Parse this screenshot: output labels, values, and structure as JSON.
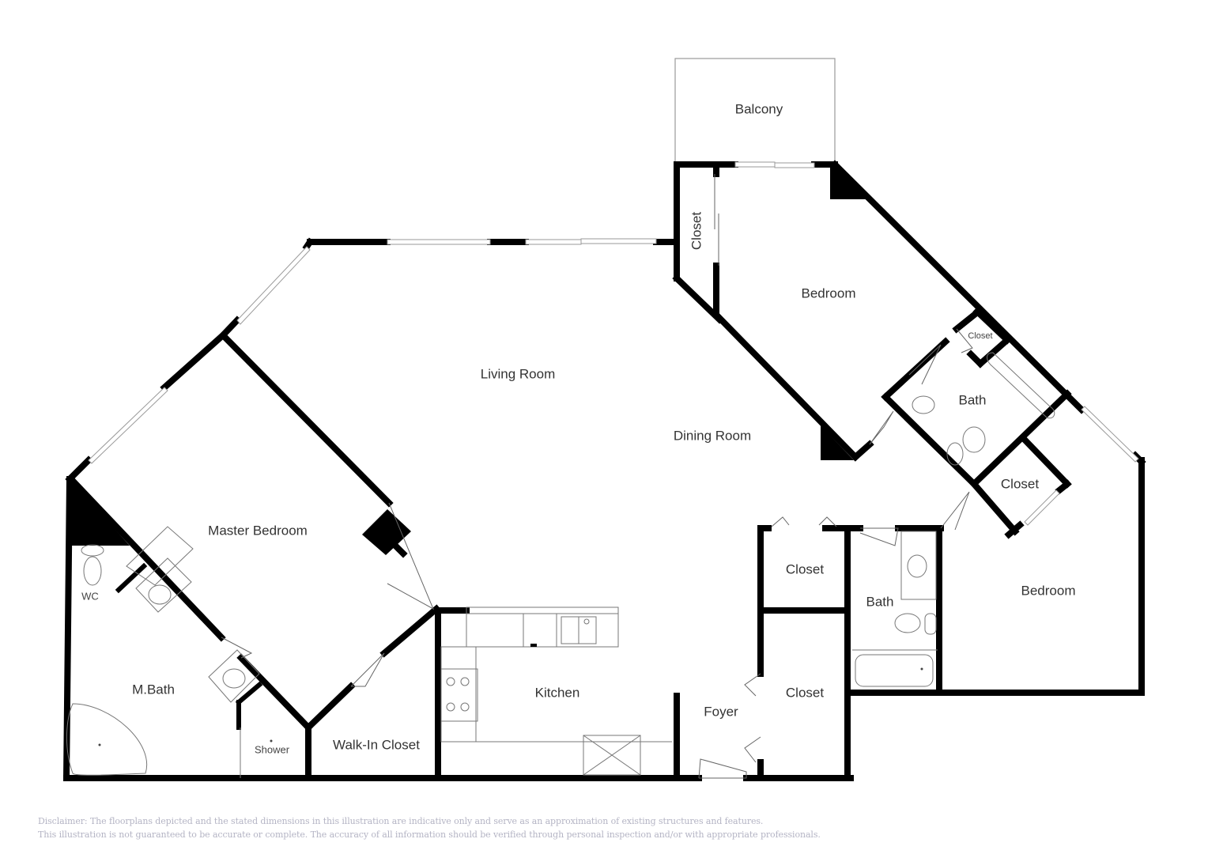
{
  "plan": {
    "rooms": {
      "balcony": "Balcony",
      "closet_top": "Closet",
      "bedroom_upper": "Bedroom",
      "closet_small": "Closet",
      "bath_upper": "Bath",
      "living_room": "Living Room",
      "dining_room": "Dining Room",
      "closet_right_mid": "Closet",
      "master_bedroom": "Master Bedroom",
      "wc": "WC",
      "m_bath": "M.Bath",
      "shower": "Shower",
      "walk_in_closet": "Walk-In Closet",
      "kitchen": "Kitchen",
      "foyer": "Foyer",
      "closet_hall_upper": "Closet",
      "closet_hall_lower": "Closet",
      "bath_lower": "Bath",
      "bedroom_lower": "Bedroom"
    },
    "colors": {
      "wall": "#000000",
      "window": "#9a9a9a",
      "fixture": "#777777",
      "label": "#333333",
      "disclaimer": "#b4b4c4"
    }
  },
  "disclaimer": {
    "line1": "Disclaimer: The floorplans depicted and the stated dimensions in this illustration are indicative only and serve as an approximation of existing structures and features.",
    "line2": "This illustration is not guaranteed to be accurate or complete. The accuracy of all information should be verified through personal inspection and/or with appropriate professionals."
  }
}
